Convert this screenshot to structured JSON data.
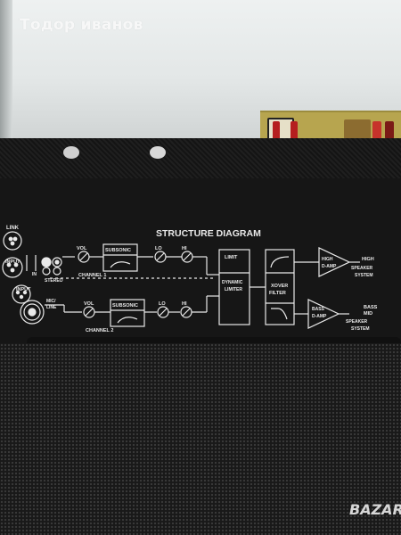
{
  "watermark": "Тодор иванов",
  "diagram": {
    "title": "STRUCTURE DIAGRAM",
    "link": "LINK",
    "input": "INPUT",
    "in": "IN",
    "stereo": "STEREO",
    "vol": "VOL",
    "subsonic": "SUBSONIC",
    "lo": "LO",
    "hi": "HI",
    "channel1": "CHANNEL 1",
    "channel2": "CHANNEL 2",
    "mic": "MIC/",
    "line": "LINE",
    "limit": "LIMIT",
    "dynamic": "DYNAMIC",
    "limiter": "LIMITER",
    "xover": "XOVER",
    "filter": "FILTER",
    "high": "HIGH",
    "damp": "D-AMP",
    "bass": "BASS",
    "mid": "MID",
    "speaker": "SPEAKER",
    "system": "SYSTEM"
  },
  "colors": {
    "panel": "#161616",
    "print": "#e9e9e9",
    "pcb": "#b7a54f"
  },
  "logo": "BAZAR"
}
